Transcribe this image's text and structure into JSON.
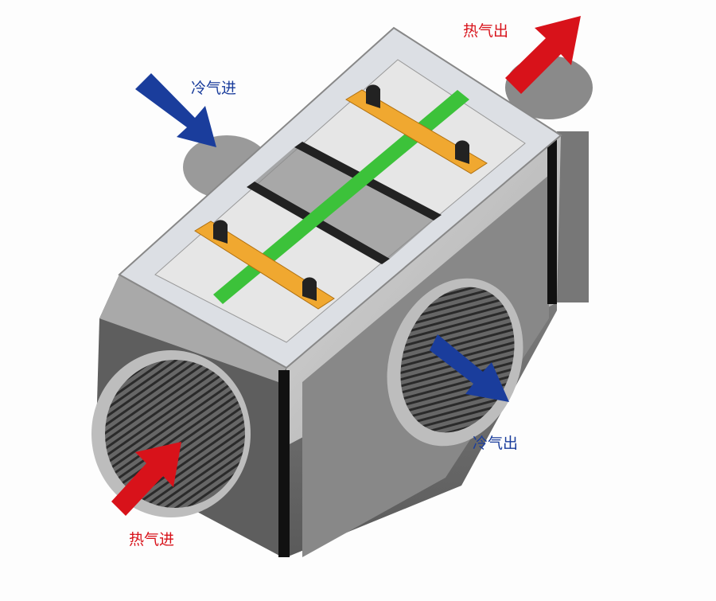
{
  "labels": {
    "cold_in": "冷气进",
    "hot_out": "热气出",
    "cold_out": "冷气出",
    "hot_in": "热气进"
  },
  "colors": {
    "cold": "#1a3d9c",
    "hot": "#d8121a",
    "bracket": "#f0a830",
    "strip": "#3cc23a"
  }
}
